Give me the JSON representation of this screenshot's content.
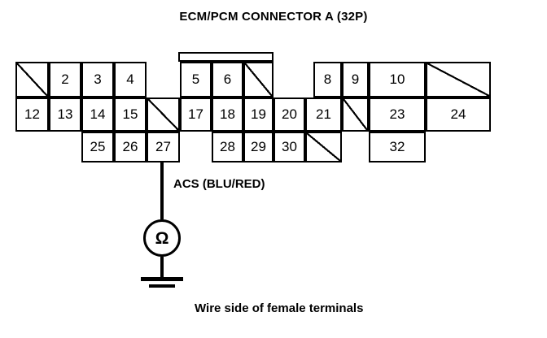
{
  "title": "ECM/PCM CONNECTOR A (32P)",
  "caption": "Wire side of female terminals",
  "probe": {
    "label": "ACS (BLU/RED)",
    "meter_symbol": "Ω",
    "probe_pin": "27"
  },
  "connector": {
    "name": "ECM/PCM CONNECTOR A",
    "pin_count": "32",
    "rows": [
      {
        "row": 1,
        "cells": [
          {
            "pin": "1",
            "label": "",
            "state": "unused"
          },
          {
            "pin": "2",
            "label": "2",
            "state": "used"
          },
          {
            "pin": "3",
            "label": "3",
            "state": "used"
          },
          {
            "pin": "4",
            "label": "4",
            "state": "used"
          },
          {
            "pin": "5",
            "label": "5",
            "state": "used"
          },
          {
            "pin": "6",
            "label": "6",
            "state": "used"
          },
          {
            "pin": "7",
            "label": "",
            "state": "unused"
          },
          {
            "pin": "8",
            "label": "8",
            "state": "used"
          },
          {
            "pin": "9",
            "label": "9",
            "state": "used"
          },
          {
            "pin": "10",
            "label": "10",
            "state": "used"
          },
          {
            "pin": "11",
            "label": "",
            "state": "unused"
          }
        ]
      },
      {
        "row": 2,
        "cells": [
          {
            "pin": "12",
            "label": "12",
            "state": "used"
          },
          {
            "pin": "13",
            "label": "13",
            "state": "used"
          },
          {
            "pin": "14",
            "label": "14",
            "state": "used"
          },
          {
            "pin": "15",
            "label": "15",
            "state": "used"
          },
          {
            "pin": "16",
            "label": "",
            "state": "unused"
          },
          {
            "pin": "17",
            "label": "17",
            "state": "used"
          },
          {
            "pin": "18",
            "label": "18",
            "state": "used"
          },
          {
            "pin": "19",
            "label": "19",
            "state": "used"
          },
          {
            "pin": "20",
            "label": "20",
            "state": "used"
          },
          {
            "pin": "21",
            "label": "21",
            "state": "used"
          },
          {
            "pin": "22",
            "label": "",
            "state": "unused"
          },
          {
            "pin": "23",
            "label": "23",
            "state": "used"
          },
          {
            "pin": "24",
            "label": "24",
            "state": "used"
          }
        ]
      },
      {
        "row": 3,
        "cells": [
          {
            "pin": "25",
            "label": "25",
            "state": "used"
          },
          {
            "pin": "26",
            "label": "26",
            "state": "used"
          },
          {
            "pin": "27",
            "label": "27",
            "state": "used"
          },
          {
            "pin": "28",
            "label": "28",
            "state": "used"
          },
          {
            "pin": "29",
            "label": "29",
            "state": "used"
          },
          {
            "pin": "30",
            "label": "30",
            "state": "used"
          },
          {
            "pin": "31",
            "label": "",
            "state": "unused"
          },
          {
            "pin": "32",
            "label": "32",
            "state": "used"
          }
        ]
      }
    ]
  },
  "colors": {
    "ink": "#000000",
    "paper": "#ffffff"
  }
}
